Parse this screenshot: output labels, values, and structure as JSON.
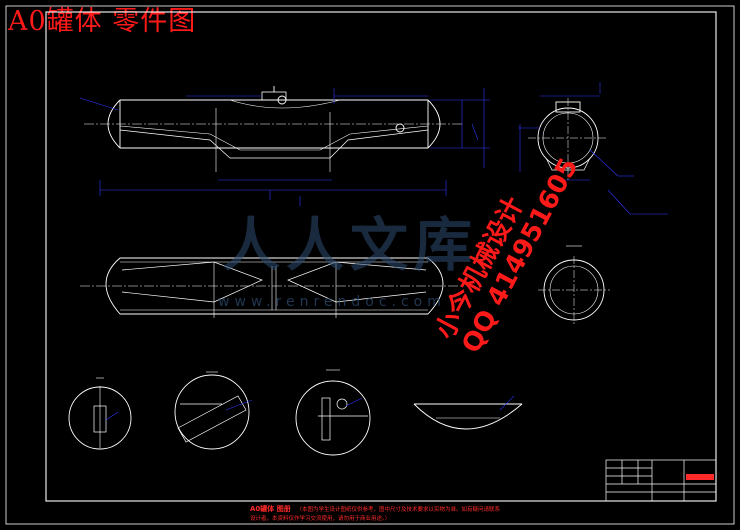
{
  "title": "A0罐体  零件图",
  "watermark": {
    "logo_text": "人人文库",
    "url": "www.renrendoc.com"
  },
  "seller_stamp": {
    "line1": "小今机械设计",
    "line2": "QQ 414951605"
  },
  "caption": {
    "title": "A0罐体 图册",
    "body": "（本图为学生设计图纸仅供参考，图中尺寸及技术要求以实物为准。如有疑问请联系设计者，本资料仅作学习交流使用，请勿用于商业用途。）"
  },
  "colors": {
    "background": "#000000",
    "frame": "#ffffff",
    "dimension": "#2f36ff",
    "title_red": "#ff1a1a",
    "watermark": "#2f4d73"
  }
}
